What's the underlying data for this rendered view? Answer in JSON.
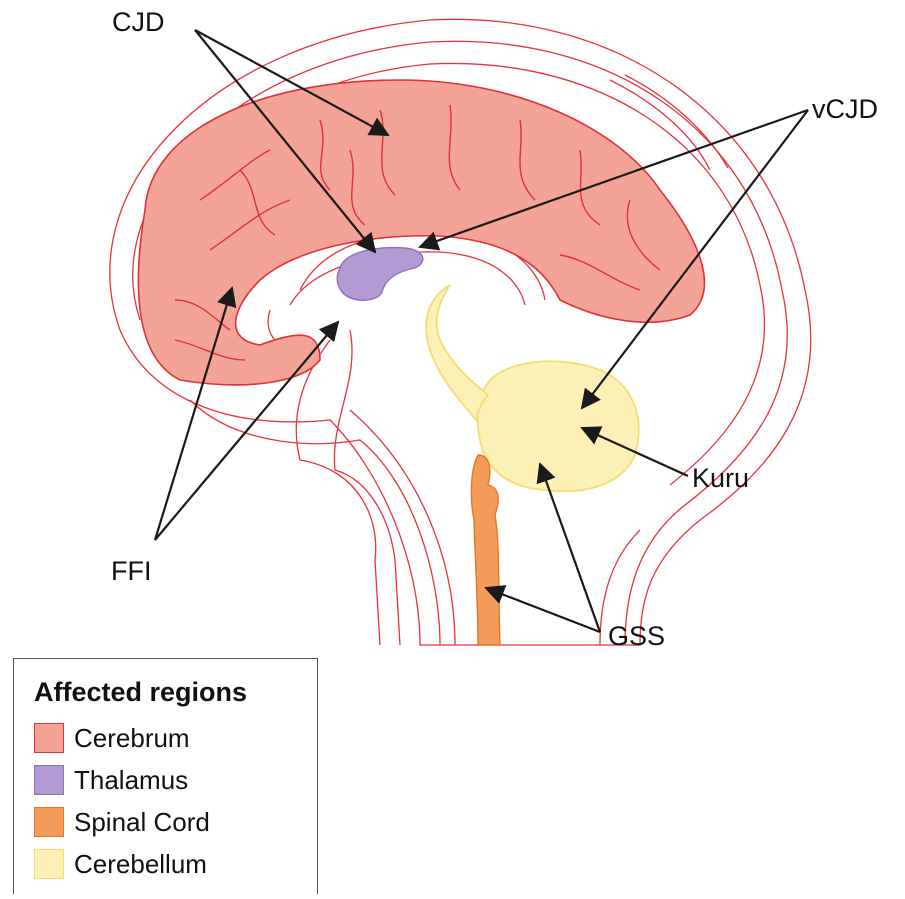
{
  "labels": {
    "cjd": "CJD",
    "vcjd": "vCJD",
    "ffi": "FFI",
    "kuru": "Kuru",
    "gss": "GSS"
  },
  "legend": {
    "title": "Affected regions",
    "items": [
      {
        "label": "Cerebrum",
        "fill": "#f4a497",
        "stroke": "#e0303a"
      },
      {
        "label": "Thalamus",
        "fill": "#b49ad2",
        "stroke": "#8c6fbf"
      },
      {
        "label": "Spinal Cord",
        "fill": "#f39b5a",
        "stroke": "#e8761f"
      },
      {
        "label": "Cerebellum",
        "fill": "#fdf1b8",
        "stroke": "#f3de72"
      }
    ]
  },
  "colors": {
    "outline": "#e8323c",
    "arrow": "#1a1a1a"
  }
}
